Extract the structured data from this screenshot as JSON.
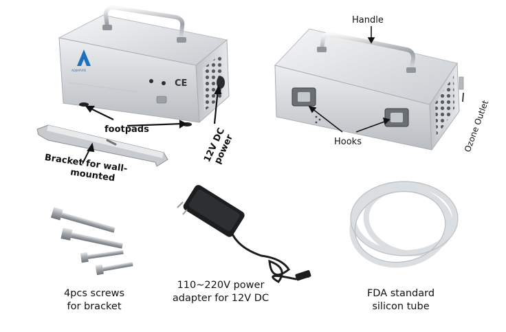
{
  "labels": {
    "handle": "Handle",
    "footpads": "footpads",
    "power": [
      "12V DC",
      "power"
    ],
    "hooks": "Hooks",
    "ozone_outlet": "Ozone Outlet",
    "bracket": [
      "Bracket for wall-",
      "mounted"
    ]
  },
  "captions": {
    "screws": [
      "4pcs screws",
      "for bracket"
    ],
    "adapter": [
      "110~220V power",
      "adapter for 12V DC"
    ],
    "tube": [
      "FDA standard",
      "silicon tube"
    ]
  },
  "device_marks": {
    "ce": "CE",
    "brand": "AOJIAPURE"
  },
  "icons": [
    "brand-logo-icon"
  ]
}
